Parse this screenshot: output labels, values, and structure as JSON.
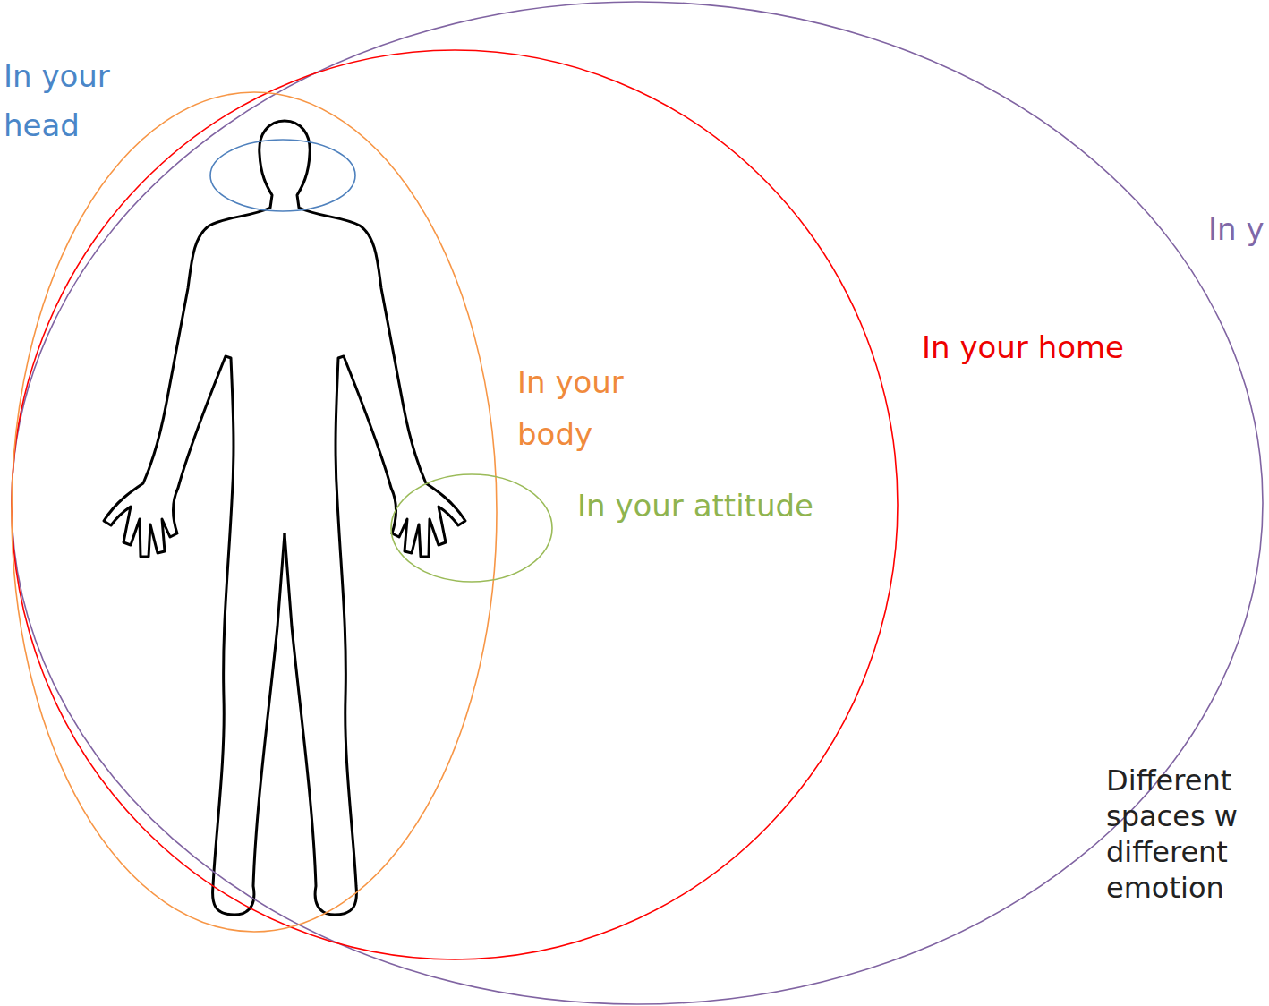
{
  "diagram": {
    "nodes": [
      {
        "text": [
          "In y"
        ]
      },
      {
        "text": [
          "In your home"
        ],
        "in": 0
      },
      {
        "text": [
          "In your body"
        ],
        "in": 1
      },
      {
        "text": [
          "In your head"
        ],
        "in": 2
      },
      {
        "text": [
          "In your attitude"
        ],
        "in": 2
      }
    ],
    "labels": [
      "Different spaces w different emotion"
    ]
  }
}
